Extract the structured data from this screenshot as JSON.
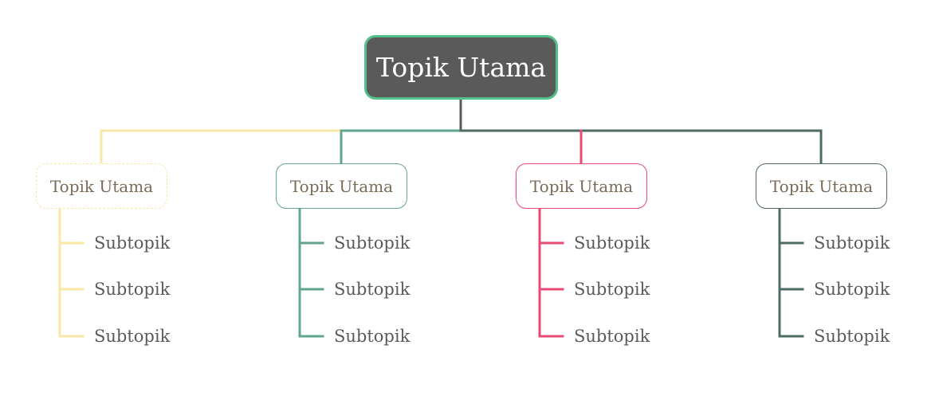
{
  "root": {
    "label": "Topik Utama",
    "fill": "#5a5a5a",
    "border": "#55bf8c"
  },
  "branches": [
    {
      "label": "Topik Utama",
      "color": "#f9e7a5",
      "dashed": true,
      "subtopics": [
        "Subtopik",
        "Subtopik",
        "Subtopik"
      ]
    },
    {
      "label": "Topik Utama",
      "color": "#5fa68a",
      "dashed": false,
      "subtopics": [
        "Subtopik",
        "Subtopik",
        "Subtopik"
      ]
    },
    {
      "label": "Topik Utama",
      "color": "#e94a72",
      "dashed": false,
      "subtopics": [
        "Subtopik",
        "Subtopik",
        "Subtopik"
      ]
    },
    {
      "label": "Topik Utama",
      "color": "#4f6b66",
      "dashed": false,
      "subtopics": [
        "Subtopik",
        "Subtopik",
        "Subtopik"
      ]
    }
  ],
  "connector_color": "#5a5a5a"
}
